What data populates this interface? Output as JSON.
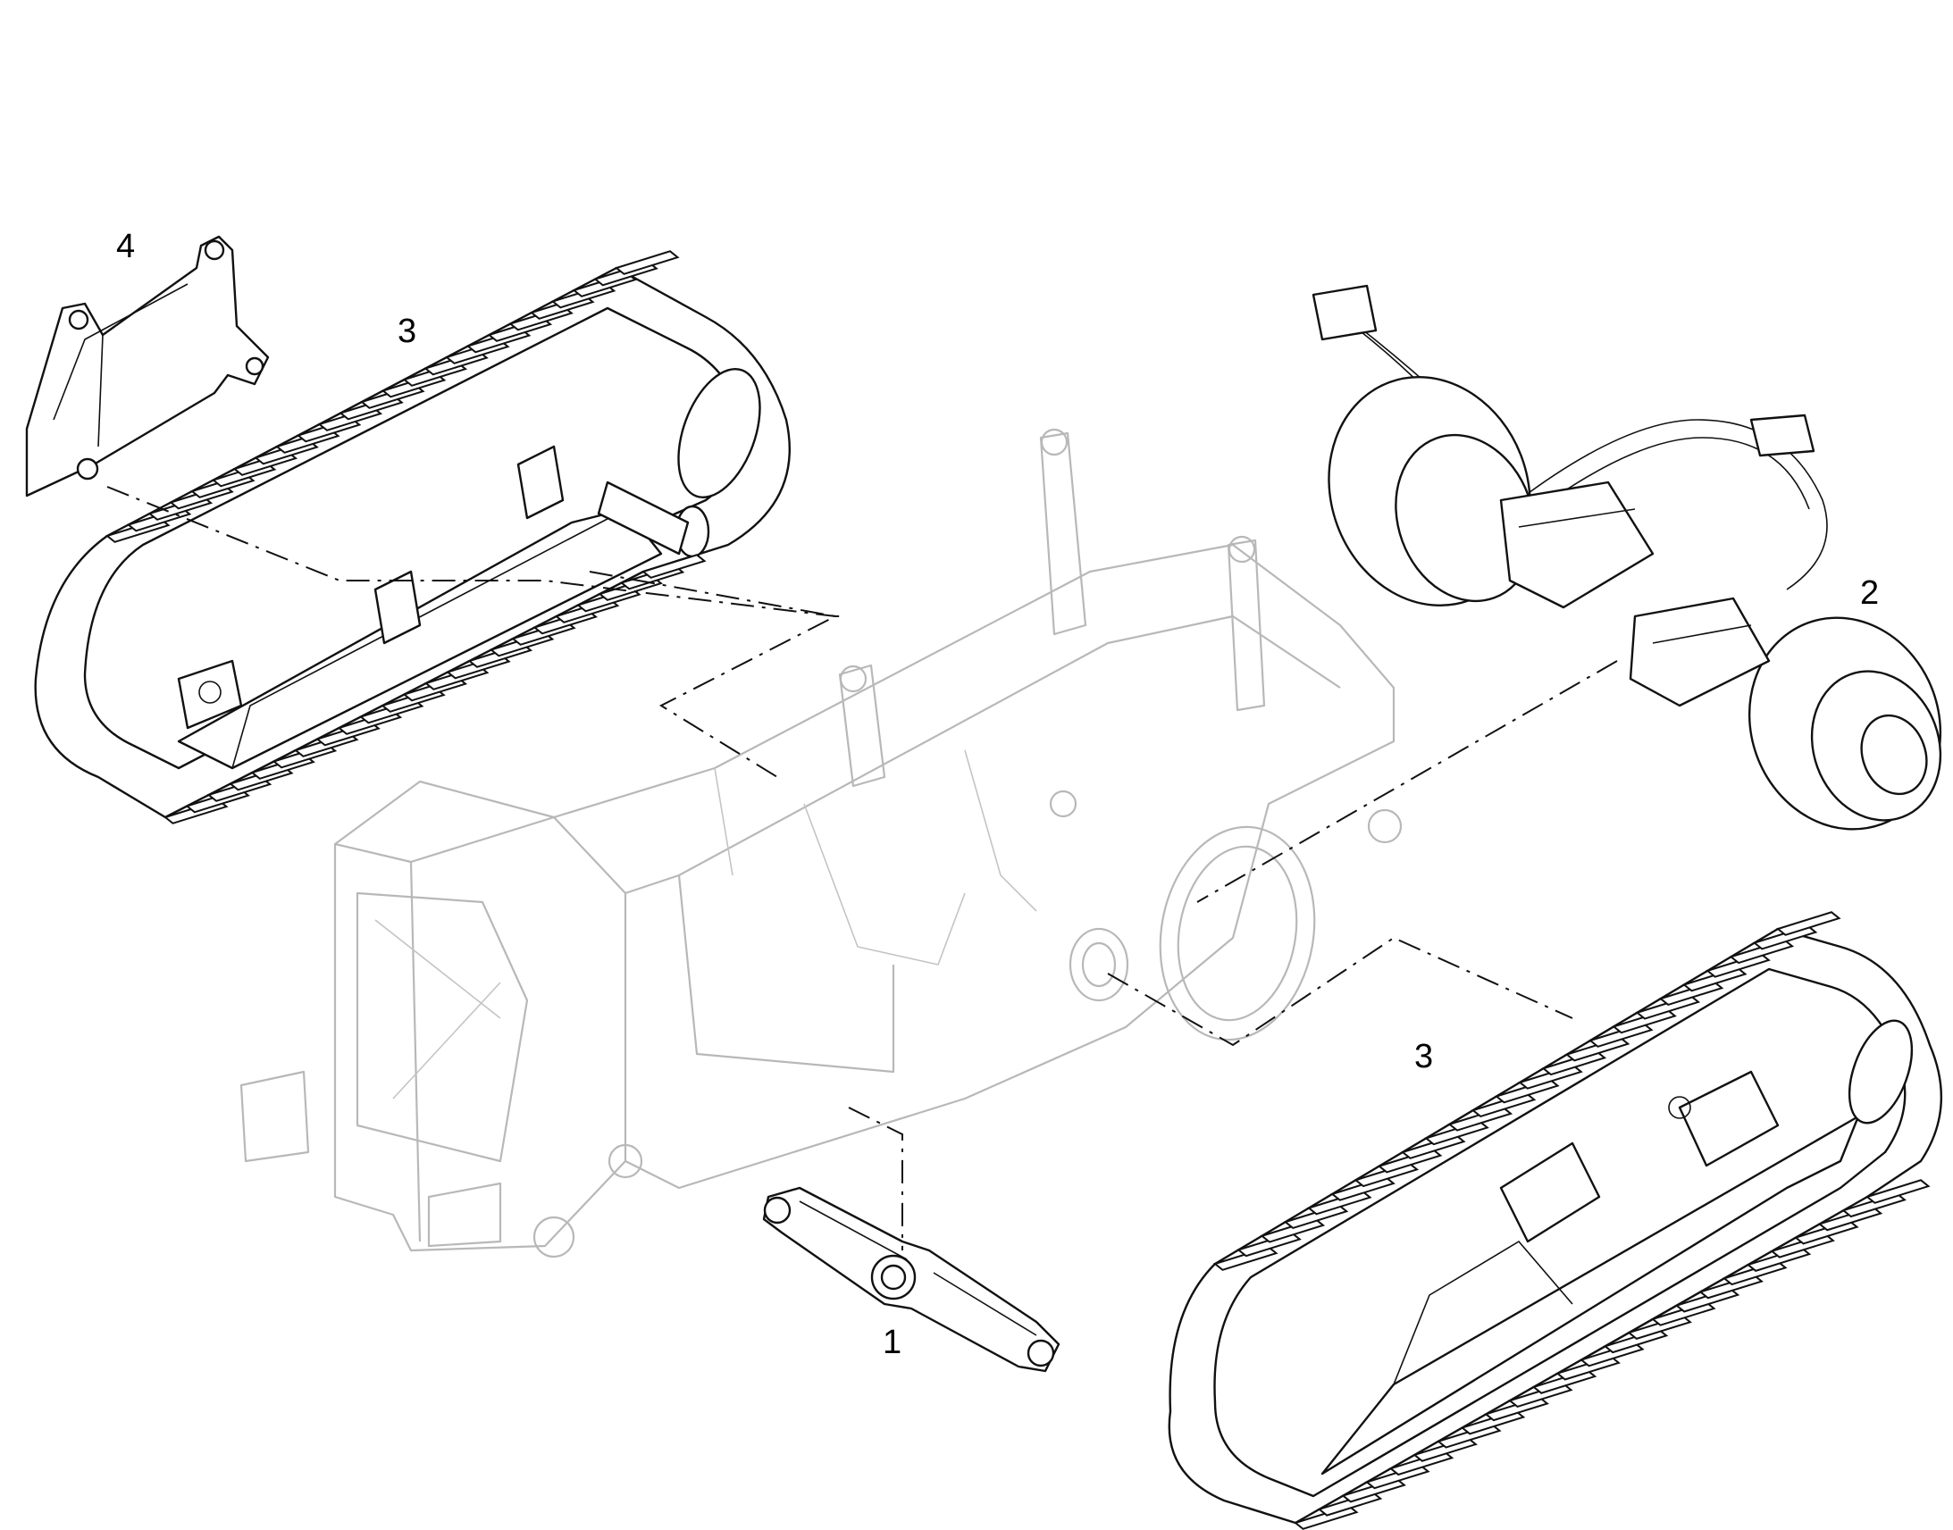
{
  "figure": {
    "callouts": [
      {
        "id": "callout-1",
        "label": "1"
      },
      {
        "id": "callout-2",
        "label": "2"
      },
      {
        "id": "callout-3-upper",
        "label": "3"
      },
      {
        "id": "callout-3-lower",
        "label": "3"
      },
      {
        "id": "callout-4",
        "label": "4"
      }
    ]
  },
  "style": {
    "line_color": "#111111",
    "ghost_color": "#b8b8b8",
    "background": "#ffffff"
  }
}
